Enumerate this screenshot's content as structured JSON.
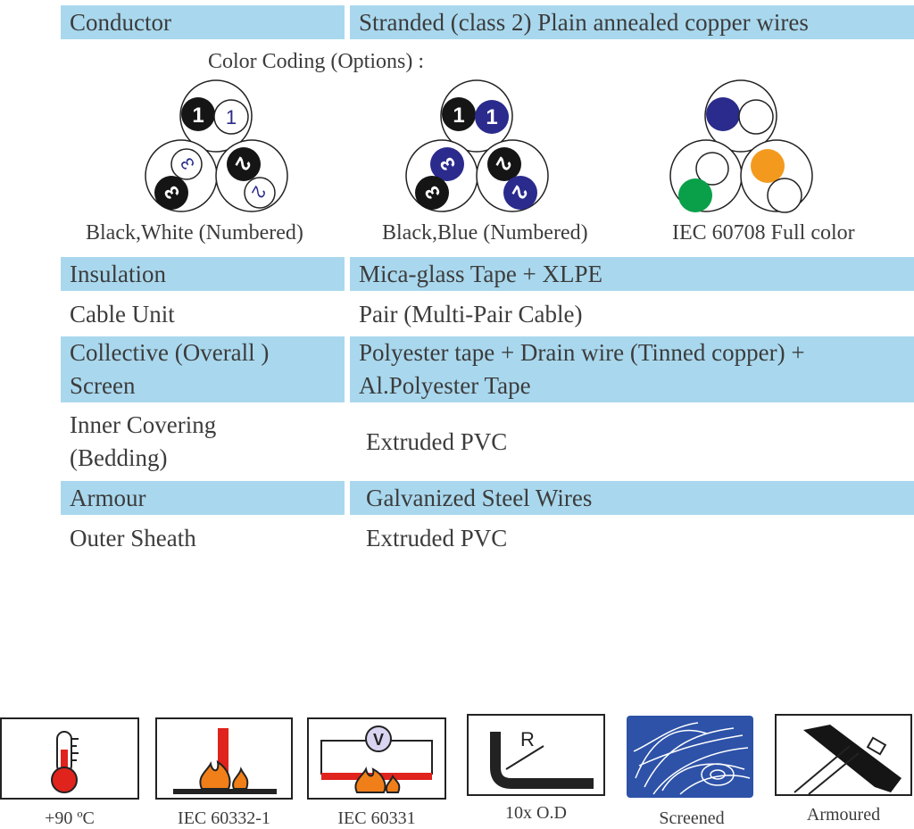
{
  "rows": {
    "conductor": {
      "label": "Conductor",
      "value": "Stranded (class 2) Plain annealed copper wires"
    },
    "insulation": {
      "label": "Insulation",
      "value": "Mica-glass Tape + XLPE"
    },
    "cable_unit": {
      "label": "Cable Unit",
      "value": "Pair (Multi-Pair Cable)"
    },
    "screen": {
      "label_line1": "Collective (Overall )",
      "label_line2": "Screen",
      "value_line1": "Polyester tape + Drain wire (Tinned copper) +",
      "value_line2": "Al.Polyester Tape"
    },
    "inner_covering": {
      "label_line1": "Inner Covering",
      "label_line2": "(Bedding)",
      "value": "Extruded PVC"
    },
    "armour": {
      "label": "Armour",
      "value": "Galvanized Steel Wires"
    },
    "outer_sheath": {
      "label": "Outer Sheath",
      "value": "Extruded PVC"
    }
  },
  "color_coding": {
    "title": "Color Coding (Options) :",
    "options": [
      {
        "caption": "Black,White (Numbered)",
        "numbers": [
          "1",
          "1",
          "3",
          "2",
          "3",
          "2"
        ]
      },
      {
        "caption": "Black,Blue (Numbered)",
        "numbers": [
          "1",
          "1",
          "3",
          "2",
          "3",
          "2"
        ]
      },
      {
        "caption": "IEC 60708 Full color"
      }
    ]
  },
  "icons": [
    {
      "name": "thermometer-icon",
      "label": "+90 ºC"
    },
    {
      "name": "flame-test-icon",
      "label": "IEC 60332-1"
    },
    {
      "name": "voltmeter-flame-icon",
      "label": "IEC 60331",
      "symbol": "V"
    },
    {
      "name": "bend-radius-icon",
      "label": "10x O.D",
      "symbol": "R"
    },
    {
      "name": "screen-mesh-icon",
      "label": "Screened"
    },
    {
      "name": "armour-wire-icon",
      "label": "Armoured"
    }
  ],
  "colors": {
    "shade": "#a9d8ee",
    "black_core": "#151515",
    "blue_core": "#2a2b8c",
    "orange_core": "#f39a1e",
    "green_core": "#0aa04a",
    "flame": "#f07f1a",
    "red": "#e0231d"
  }
}
